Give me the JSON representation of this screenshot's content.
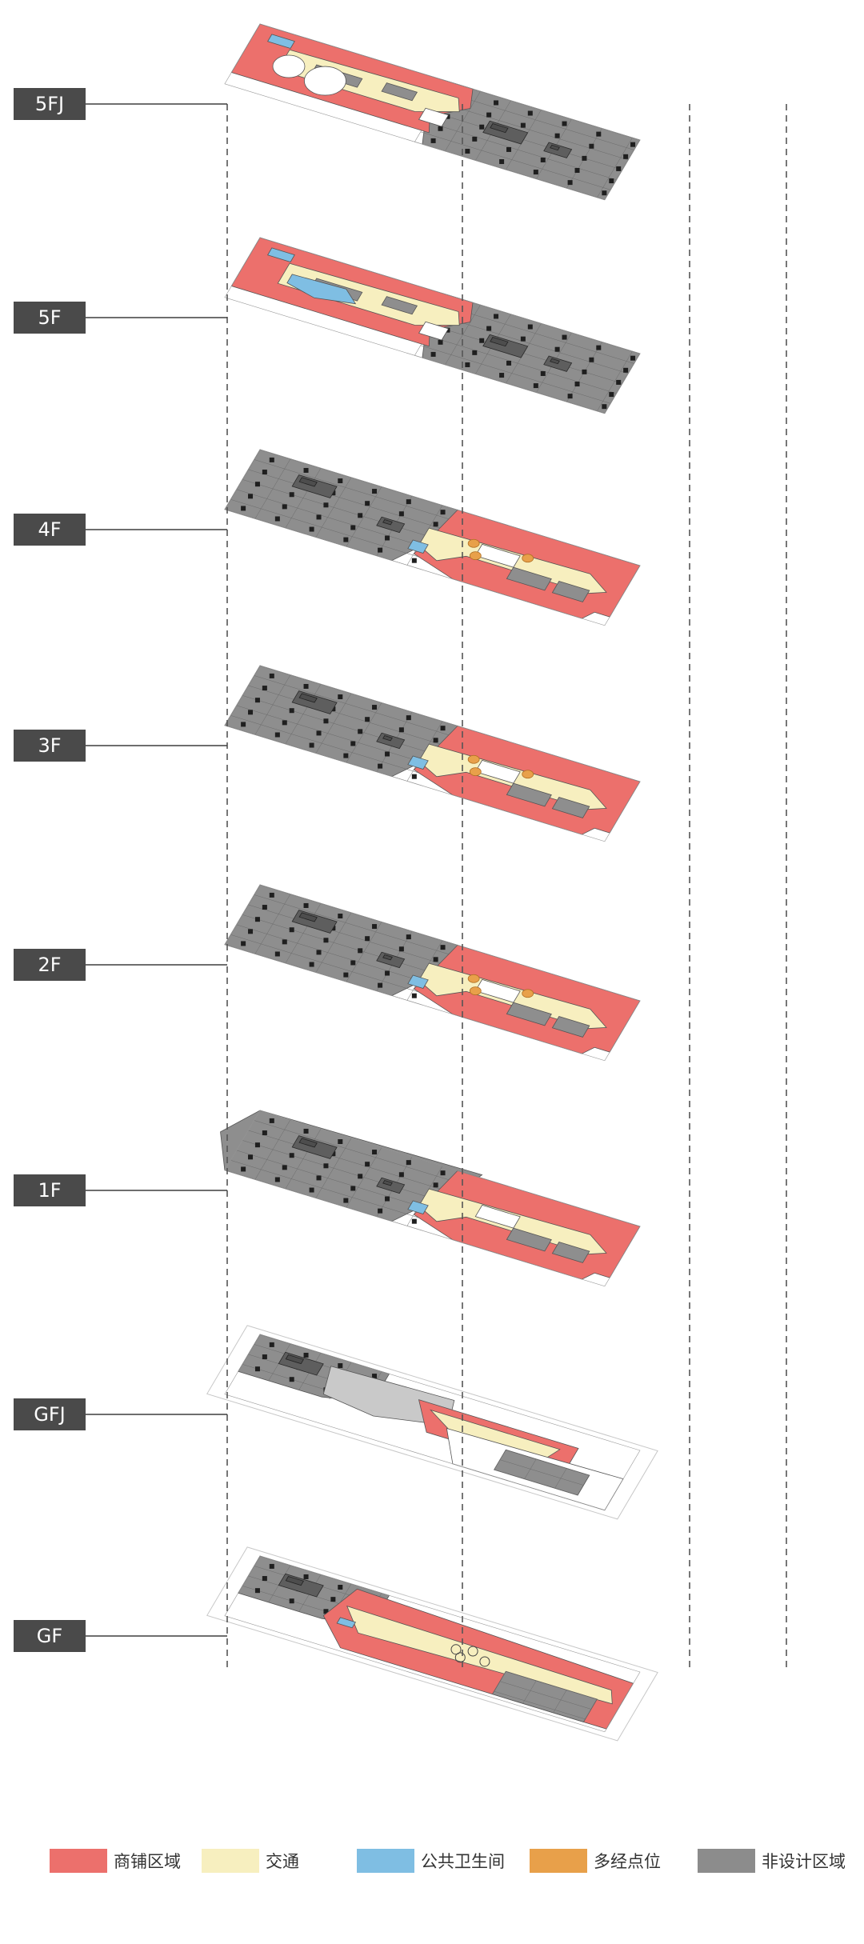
{
  "floors": [
    {
      "label": "5FJ",
      "mode": "top_half"
    },
    {
      "label": "5F",
      "mode": "top_half"
    },
    {
      "label": "4F",
      "mode": "bottom_half"
    },
    {
      "label": "3F",
      "mode": "bottom_half"
    },
    {
      "label": "2F",
      "mode": "bottom_half"
    },
    {
      "label": "1F",
      "mode": "bottom_half"
    },
    {
      "label": "GFJ",
      "mode": "basement_j"
    },
    {
      "label": "GF",
      "mode": "basement"
    }
  ],
  "legend": {
    "items": [
      {
        "label": "商铺区域",
        "color": "#ec706c"
      },
      {
        "label": "交通",
        "color": "#f7efbf"
      },
      {
        "label": "公共卫生间",
        "color": "#7fbee3"
      },
      {
        "label": "多经点位",
        "color": "#e8a04a"
      },
      {
        "label": "非设计区域",
        "color": "#8c8c8c"
      }
    ]
  },
  "colors": {
    "gray": "#8e8e8e",
    "light_gray": "#c9c9c9",
    "line": "#3e3e3e",
    "dashed": "#555555"
  }
}
